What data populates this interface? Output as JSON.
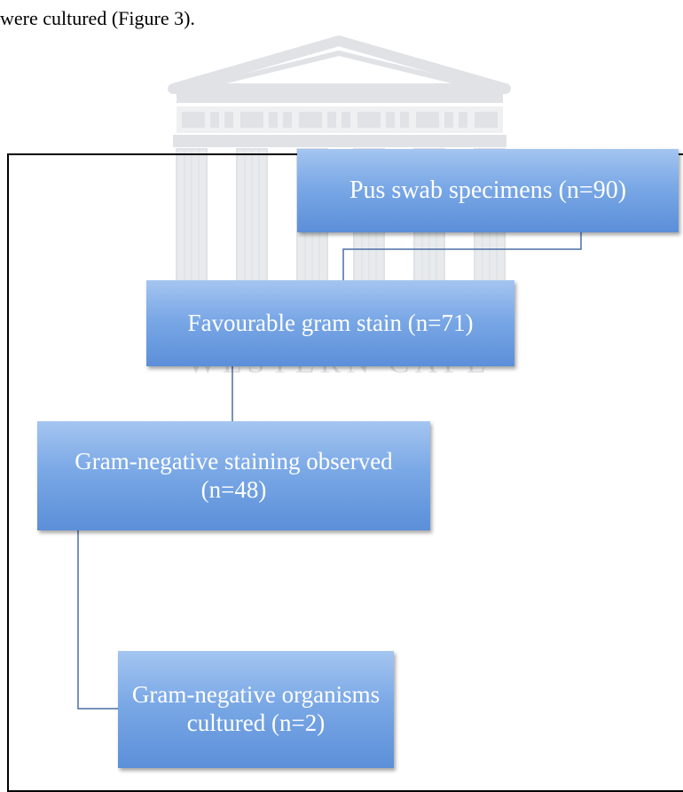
{
  "intro": {
    "text": "were cultured (Figure 3)."
  },
  "flowchart": {
    "boxes": [
      {
        "id": "pus",
        "label": "Pus swab specimens (n=90)"
      },
      {
        "id": "favourable",
        "label": "Favourable gram stain (n=71)"
      },
      {
        "id": "gramneg",
        "label": "Gram-negative staining observed (n=48)"
      },
      {
        "id": "cultured",
        "label": "Gram-negative organisms cultured (n=2)"
      }
    ]
  },
  "watermark": {
    "text": "WESTERN CAPE",
    "icon": "university-building-watermark"
  },
  "colors": {
    "box_top": "#a4c5f0",
    "box_bottom": "#5b8fd8",
    "connector": "#4a6fa5",
    "watermark": "#c7ccd3"
  }
}
